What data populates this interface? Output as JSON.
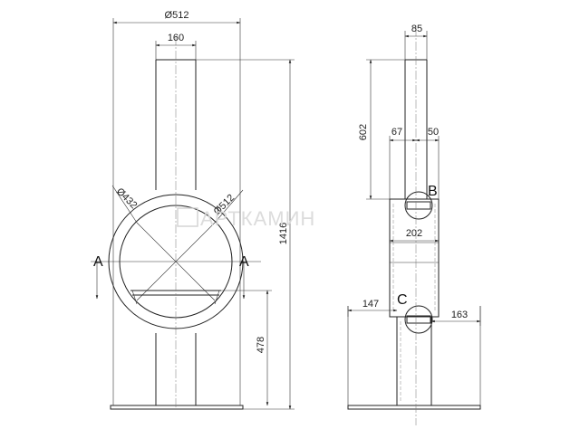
{
  "dimensions": {
    "front_outer_diameter": "Ø512",
    "front_pipe_width": "160",
    "front_inner_circle": "Ø432",
    "front_ring_diameter": "Ø512",
    "front_total_height": "1416",
    "front_base_height": "478",
    "side_pipe_width": "85",
    "side_upper_height": "602",
    "side_left_offset": "67",
    "side_right_offset": "50",
    "side_body_width": "202",
    "side_base_left": "147",
    "side_base_right": "163"
  },
  "section_labels": {
    "section_left": "A",
    "section_right": "A"
  },
  "detail_labels": {
    "detail_b": "B",
    "detail_c": "C"
  },
  "watermark": {
    "brand": "АРТКАМИН"
  }
}
